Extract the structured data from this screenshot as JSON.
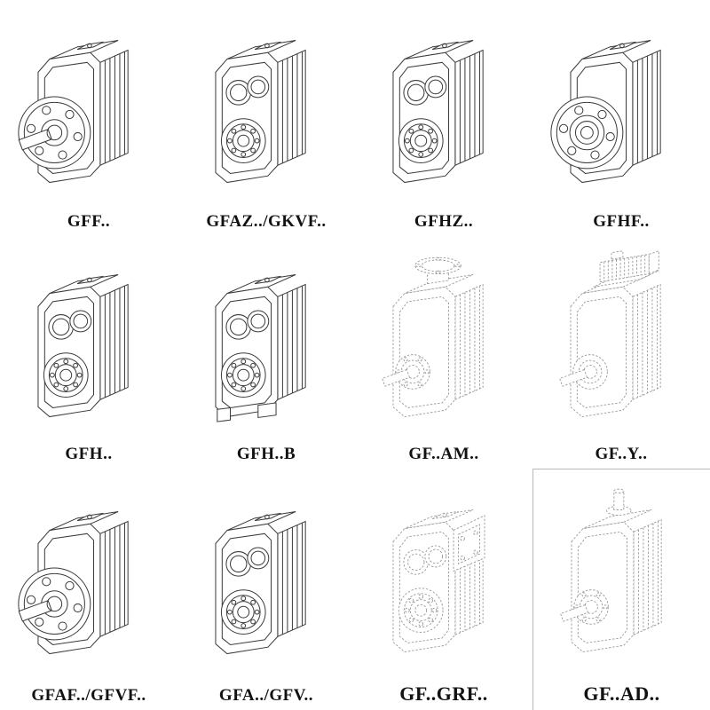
{
  "grid": {
    "items": [
      {
        "label": "GFF..",
        "variant": "flange-shaft"
      },
      {
        "label": "GFAZ../GKVF..",
        "variant": "hollow"
      },
      {
        "label": "GFHZ..",
        "variant": "hollow"
      },
      {
        "label": "GFHF..",
        "variant": "flange-hollow"
      },
      {
        "label": "GFH..",
        "variant": "hollow"
      },
      {
        "label": "GFH..B",
        "variant": "hollow-b"
      },
      {
        "label": "GF..AM..",
        "variant": "dash-am"
      },
      {
        "label": "GF..Y..",
        "variant": "dash-motor"
      },
      {
        "label": "GFAF../GFVF..",
        "variant": "flange-shaft"
      },
      {
        "label": "GFA../GFV..",
        "variant": "hollow"
      },
      {
        "label": "GF..GRF..",
        "variant": "dash-grf"
      },
      {
        "label": "GF..AD..",
        "variant": "dash-ad"
      }
    ]
  }
}
